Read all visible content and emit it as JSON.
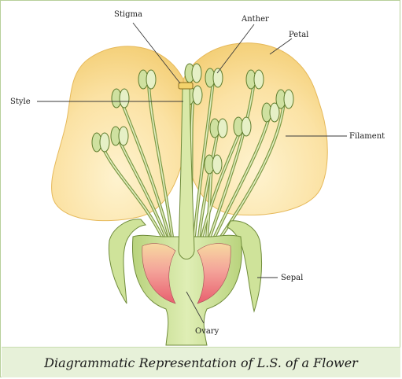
{
  "labels": {
    "stigma": "Stigma",
    "anther": "Anther",
    "petal": "Petal",
    "style": "Style",
    "filament": "Filament",
    "sepal": "Sepal",
    "ovary": "Ovary"
  },
  "caption": "Diagrammatic Representation of L.S. of a Flower",
  "colors": {
    "petal": "#fbe2a4",
    "petal_edge": "#f5cf78",
    "stamen": "#c9dc93",
    "stamen_stroke": "#6f8b3a",
    "ovary": "#ee7d86",
    "receptacle": "#d4e6a3",
    "caption_bg": "#e7f1d9"
  }
}
